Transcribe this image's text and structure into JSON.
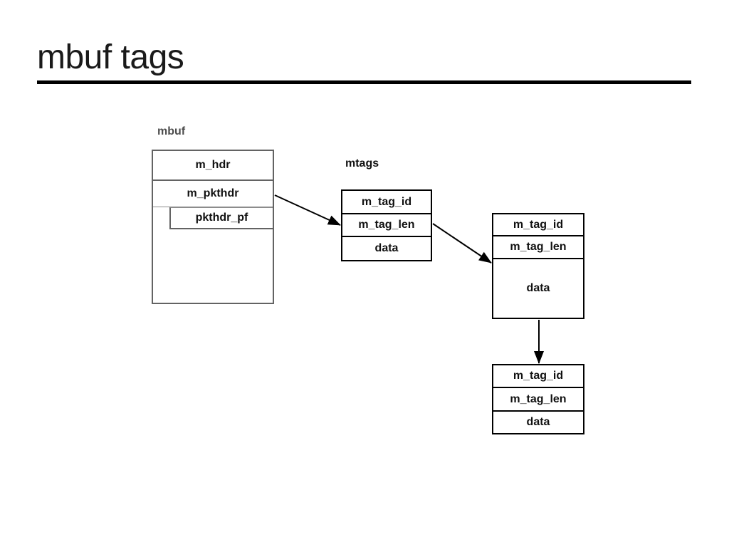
{
  "slide": {
    "title": "mbuf tags"
  },
  "diagram": {
    "captions": {
      "mbuf": "mbuf",
      "mtags": "mtags"
    },
    "mbuf_struct": {
      "name": "mbuf",
      "fields": [
        {
          "label": "m_hdr"
        },
        {
          "label": "m_pkthdr"
        },
        {
          "label": "pkthdr_pf"
        },
        {
          "label": ""
        }
      ]
    },
    "mtag_nodes": [
      {
        "id": "mtag-1",
        "fields": [
          {
            "label": "m_tag_id"
          },
          {
            "label": "m_tag_len"
          },
          {
            "label": "data"
          }
        ]
      },
      {
        "id": "mtag-2",
        "fields": [
          {
            "label": "m_tag_id"
          },
          {
            "label": "m_tag_len"
          },
          {
            "label": "data"
          }
        ]
      },
      {
        "id": "mtag-3",
        "fields": [
          {
            "label": "m_tag_id"
          },
          {
            "label": "m_tag_len"
          },
          {
            "label": "data"
          }
        ]
      }
    ],
    "connectors": [
      {
        "name": "mbuf-to-mtag-1",
        "from": "m_pkthdr",
        "to": "mtag-1"
      },
      {
        "name": "mtag-1-to-mtag-2",
        "from": "mtag-1",
        "to": "mtag-2"
      },
      {
        "name": "mtag-2-to-mtag-3",
        "from": "mtag-2",
        "to": "mtag-3"
      }
    ]
  },
  "colors": {
    "background": "#ffffff",
    "title_text": "#1a1a1a",
    "rule": "#000000",
    "mbuf_border": "#636363",
    "mtag_border": "#000000",
    "caption_mbuf": "#4d4d4d",
    "caption_mtags": "#111111",
    "arrow": "#000000"
  }
}
